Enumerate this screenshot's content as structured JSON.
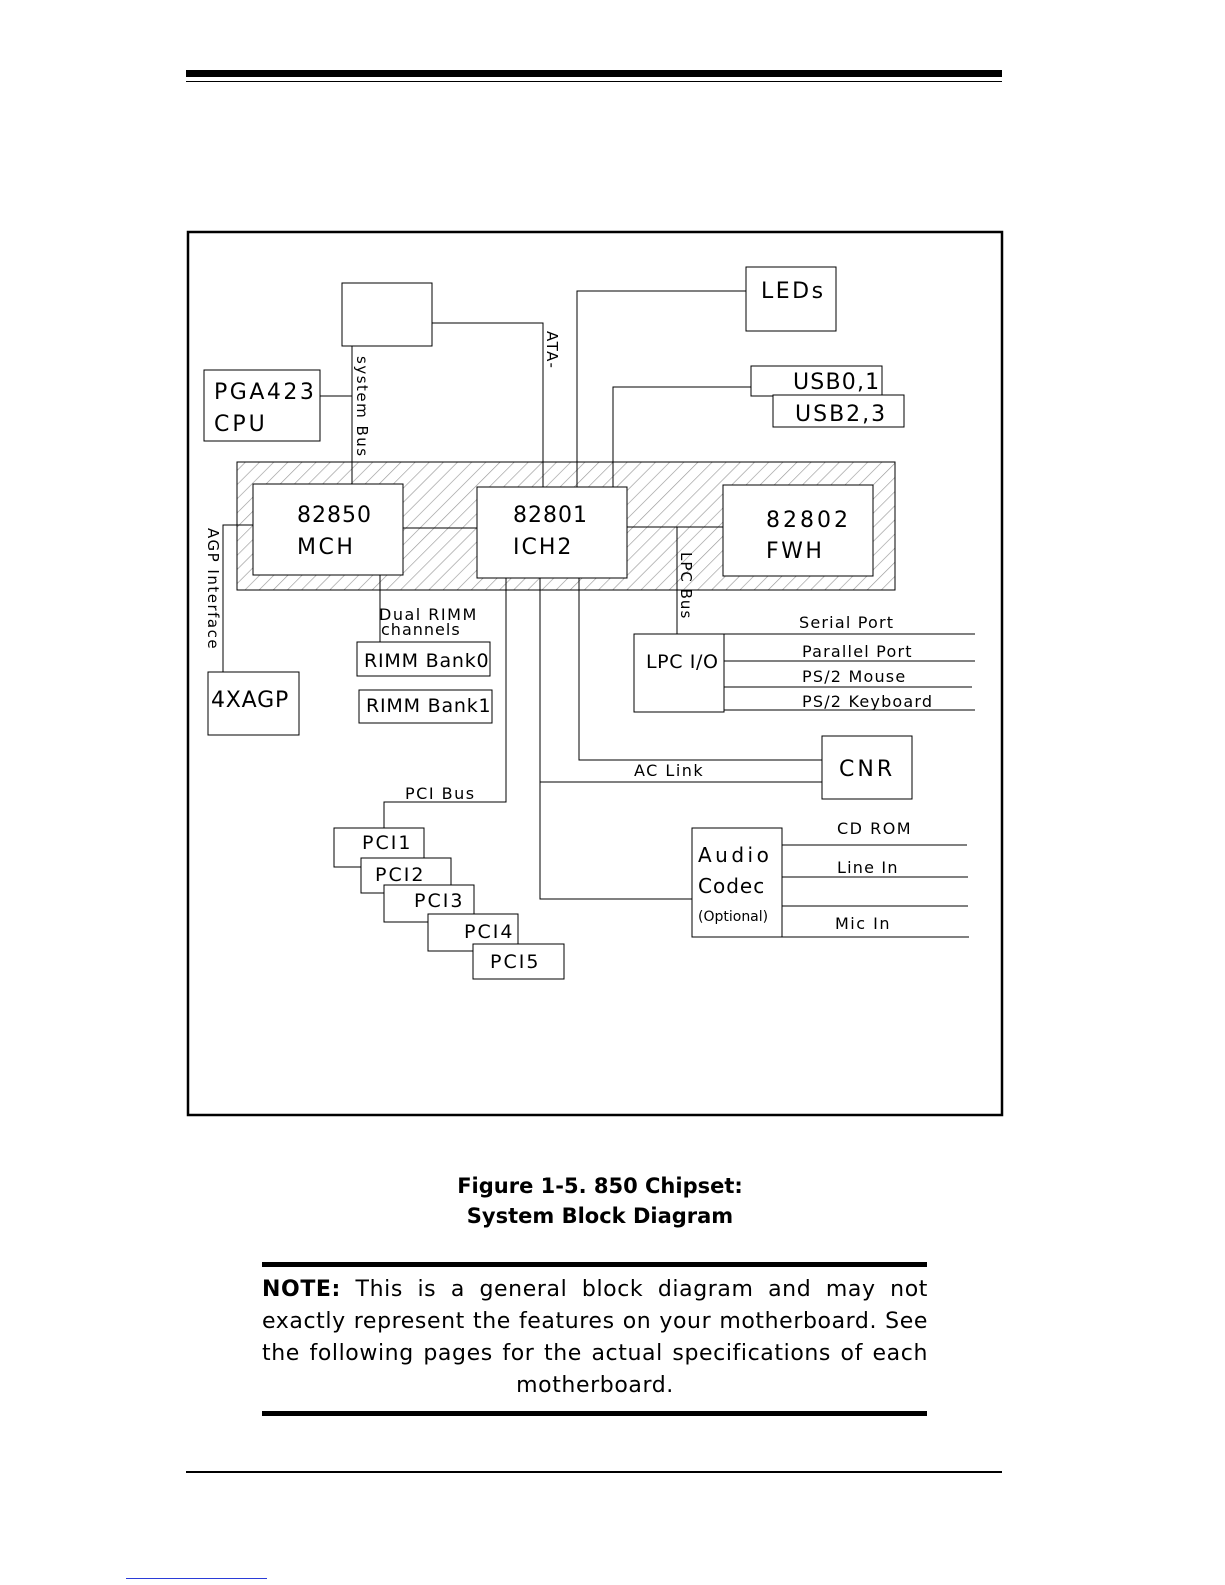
{
  "diagram": {
    "blocks": {
      "pga423_cpu": [
        "PGA423",
        "CPU"
      ],
      "mch": [
        "82850",
        "MCH"
      ],
      "ich2": [
        "82801",
        "ICH2"
      ],
      "fwh": [
        "82802",
        "FWH"
      ],
      "leds": "LEDs",
      "usb01": "USB0,1",
      "usb23": "USB2,3",
      "agp4x": "4XAGP",
      "rimm_bank0": "RIMM Bank0",
      "rimm_bank1": "RIMM Bank1",
      "lpc_io": "LPC I/O",
      "cnr": "CNR",
      "audio_codec": [
        "Audio",
        "Codec",
        "(Optional)"
      ],
      "pci": [
        "PCI1",
        "PCI2",
        "PCI3",
        "PCI4",
        "PCI5"
      ]
    },
    "buses": {
      "system_bus": "system Bus",
      "ata": "ATA-",
      "agp_interface": "AGP Interface",
      "dual_rimm": [
        "Dual RIMM",
        "channels"
      ],
      "lpc_bus": "LPC Bus",
      "pci_bus": "PCI Bus",
      "ac_link": "AC Link"
    },
    "lpc_ports": [
      "Serial Port",
      "Parallel Port",
      "PS/2 Mouse",
      "PS/2 Keyboard"
    ],
    "audio_ports": [
      "CD ROM",
      "Line In",
      "Mic In"
    ]
  },
  "caption": {
    "line1": "Figure 1-5.  850 Chipset:",
    "line2": "System Block Diagram"
  },
  "note": {
    "label": "NOTE:",
    "text": " This is a general block diagram and may not exactly represent the features on your motherboard.  See the following pages for the actual specifications of each motherboard."
  }
}
